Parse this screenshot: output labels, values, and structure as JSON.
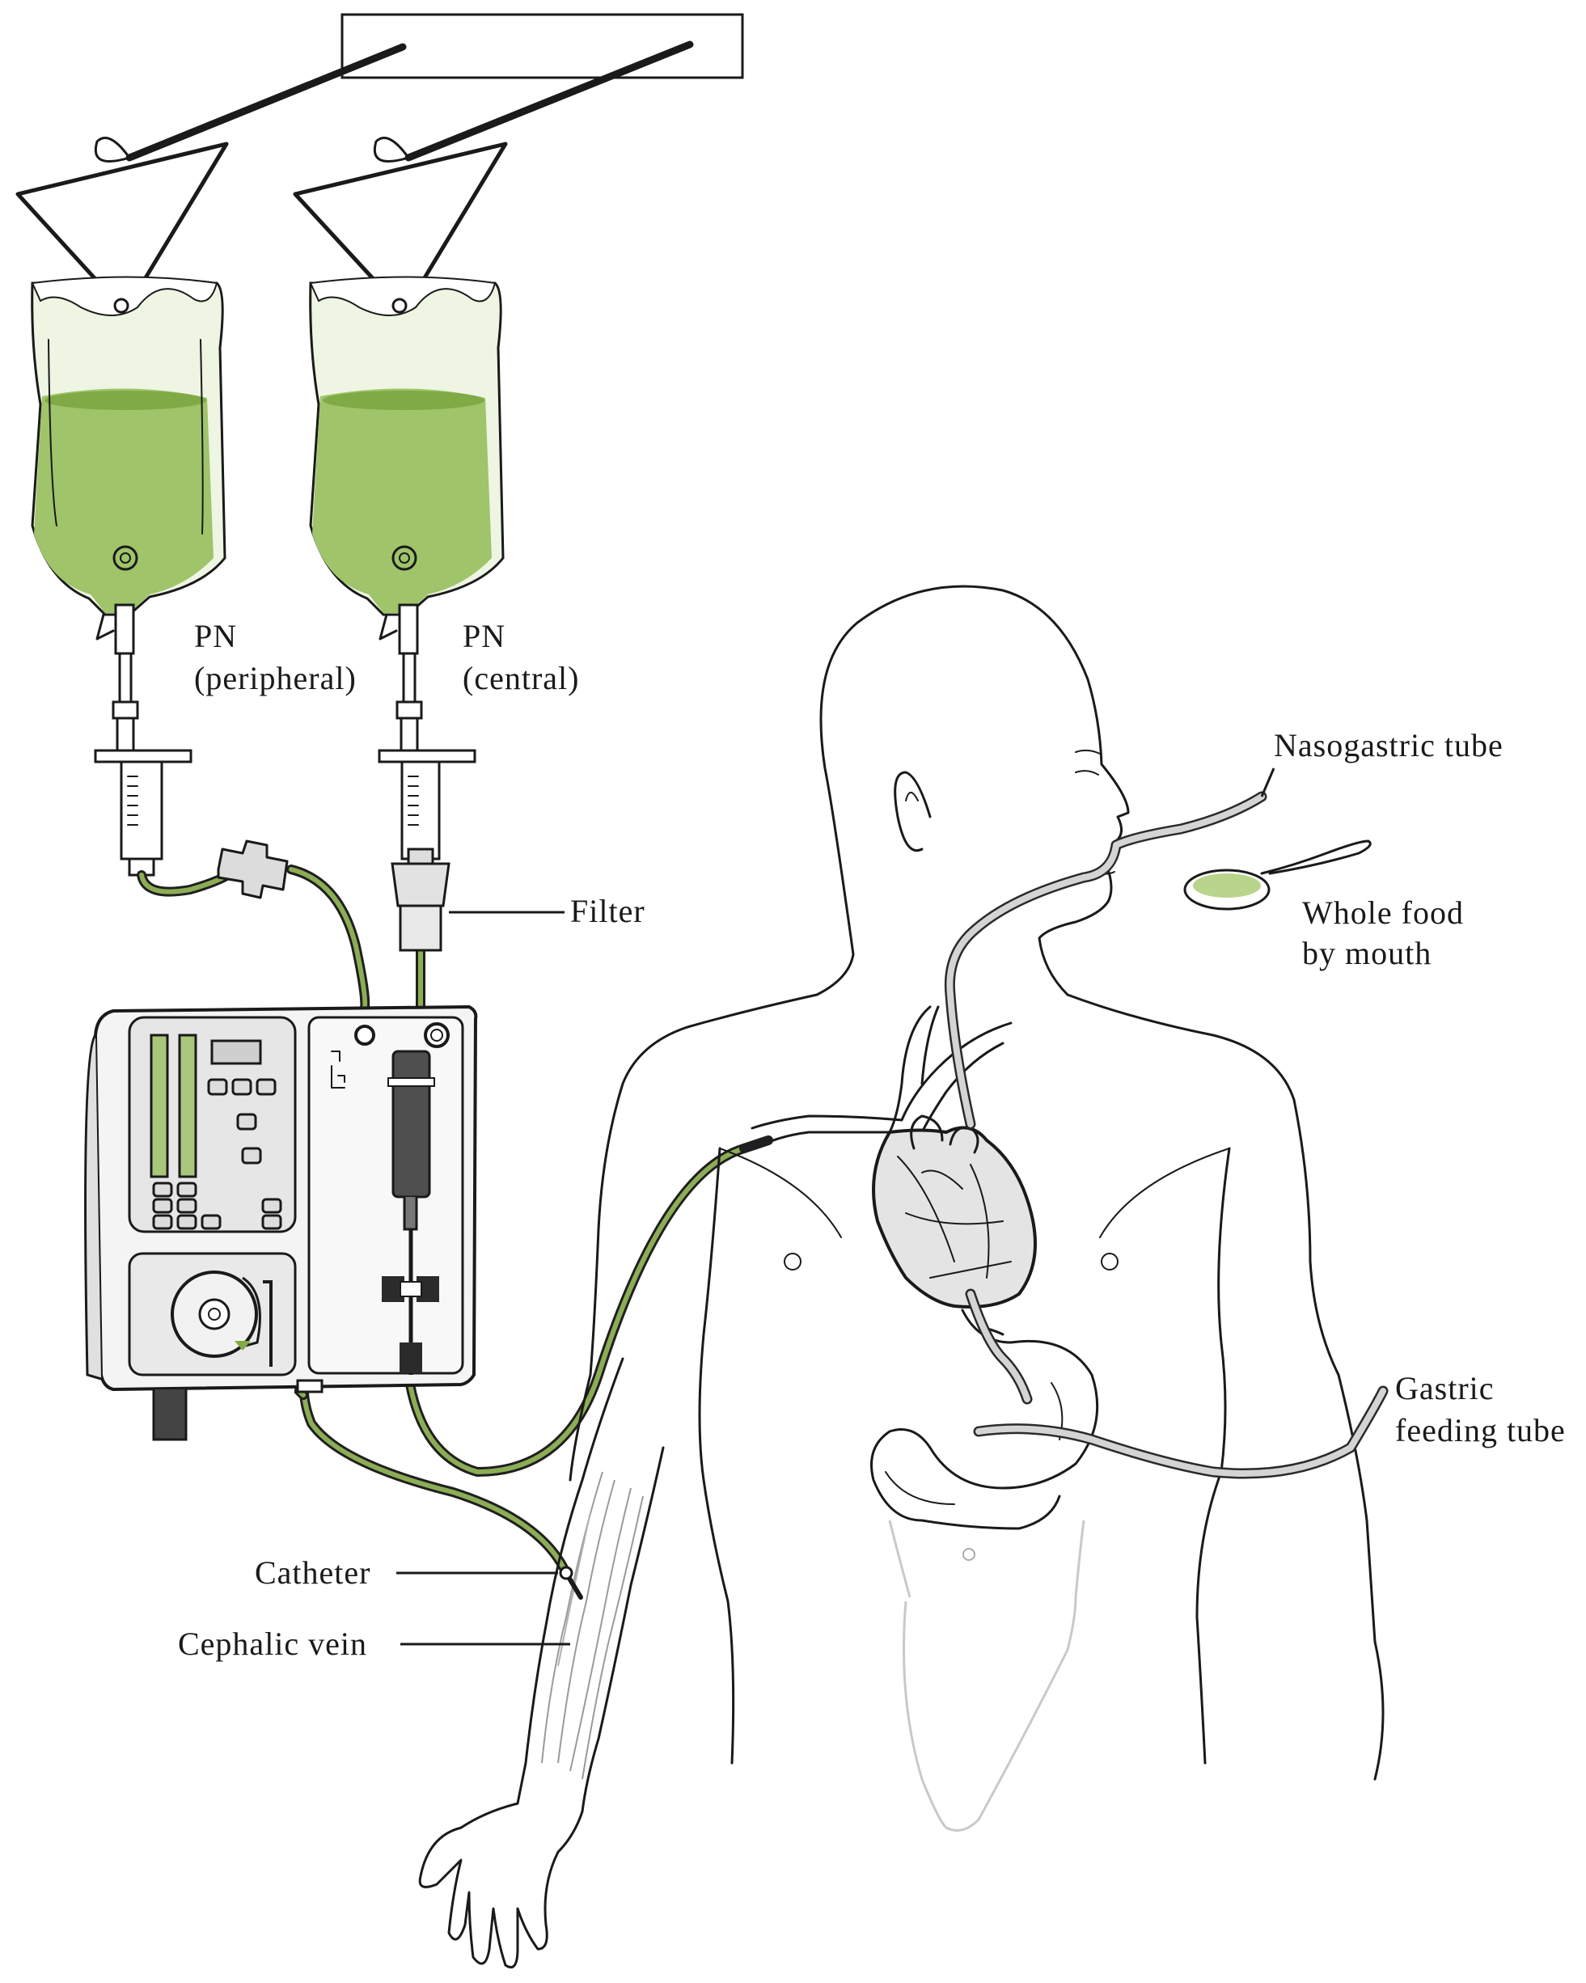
{
  "labels": {
    "pn_peripheral_line1": "PN",
    "pn_peripheral_line2": "(peripheral)",
    "pn_central_line1": "PN",
    "pn_central_line2": "(central)",
    "filter": "Filter",
    "nasogastric_tube": "Nasogastric tube",
    "whole_food_line1": "Whole food",
    "whole_food_line2": "by mouth",
    "gastric_line1": "Gastric",
    "gastric_line2": "feeding tube",
    "catheter": "Catheter",
    "cephalic_vein": "Cephalic vein"
  },
  "colors": {
    "pn_fluid": "#9fc46a",
    "pn_fluid_top": "#7faa45",
    "bag_tint": "#eef5e3",
    "tube_green": "#8cad55",
    "food": "#b9d58c"
  }
}
